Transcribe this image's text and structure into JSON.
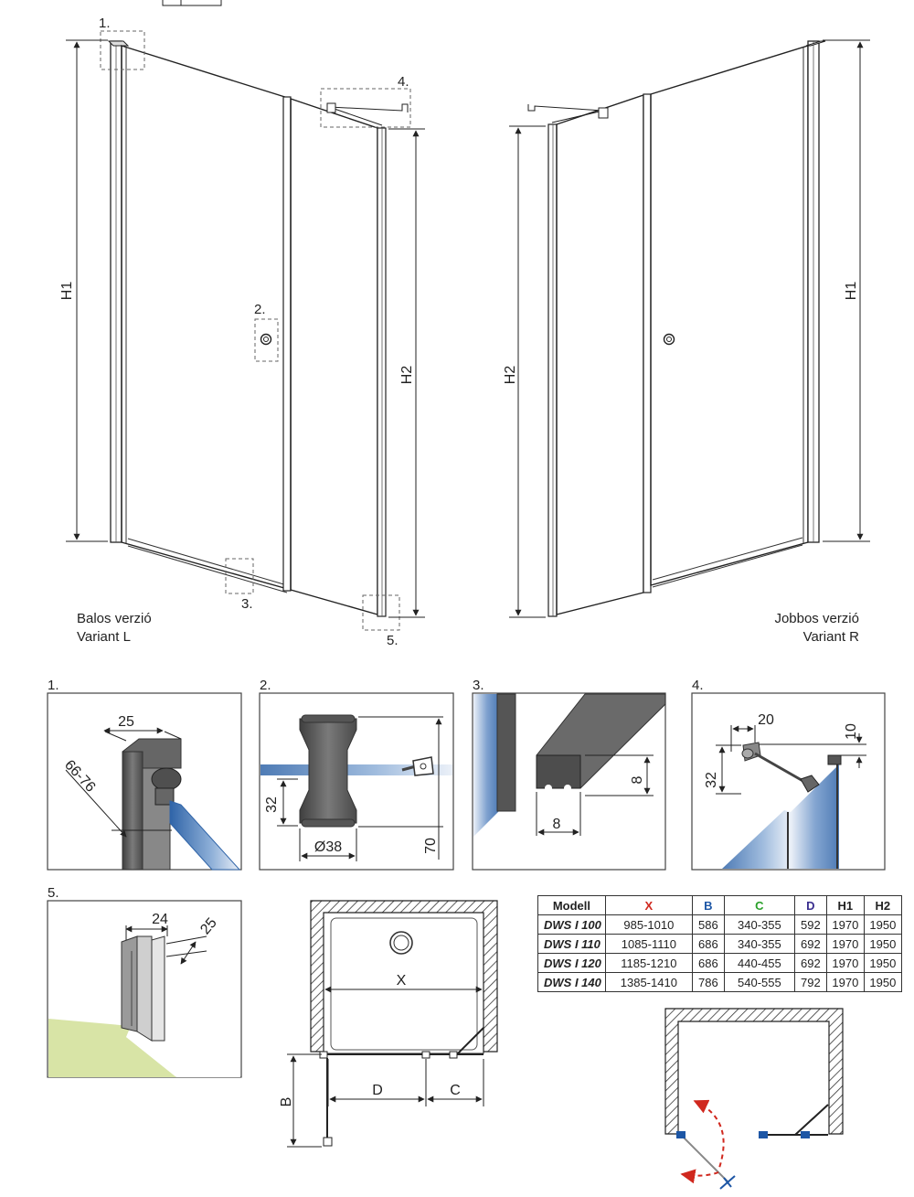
{
  "callouts": {
    "c1": "1.",
    "c2": "2.",
    "c3": "3.",
    "c4": "4.",
    "c5": "5."
  },
  "dimensions": {
    "h1": "H1",
    "h2": "H2",
    "d1_width": "25",
    "d1_range": "66-76",
    "d2_height": "32",
    "d2_total": "70",
    "d2_diameter": "Ø38",
    "d3_height": "8",
    "d3_width": "8",
    "d4_width": "20",
    "d4_offset": "10",
    "d4_height": "32",
    "d5_width": "24",
    "d5_depth": "25",
    "plan_x": "X",
    "plan_d": "D",
    "plan_c": "C",
    "plan_b": "B"
  },
  "variants": {
    "left_hu": "Balos verzió",
    "left_en": "Variant L",
    "right_hu": "Jobbos verzió",
    "right_en": "Variant R"
  },
  "table": {
    "headers": [
      "Modell",
      "X",
      "B",
      "C",
      "D",
      "H1",
      "H2"
    ],
    "header_colors": [
      "#222222",
      "#d0281e",
      "#1d56a5",
      "#2aa02a",
      "#3a2f8f",
      "#222222",
      "#222222"
    ],
    "rows": [
      [
        "DWS I 100",
        "985-1010",
        "586",
        "340-355",
        "592",
        "1970",
        "1950"
      ],
      [
        "DWS I 110",
        "1085-1110",
        "686",
        "340-355",
        "692",
        "1970",
        "1950"
      ],
      [
        "DWS I 120",
        "1185-1210",
        "686",
        "440-455",
        "692",
        "1970",
        "1950"
      ],
      [
        "DWS I 140",
        "1385-1410",
        "786",
        "540-555",
        "792",
        "1970",
        "1950"
      ]
    ]
  },
  "colors": {
    "x_red": "#d0281e",
    "b_blue": "#1d56a5",
    "c_green": "#2aa02a",
    "d_purple": "#3a2f8f",
    "glass_blue": "#3d72b3",
    "profile_grey": "#5a5a5a",
    "floor_green": "#d8e4a6",
    "arrow_red": "#d0281e"
  }
}
